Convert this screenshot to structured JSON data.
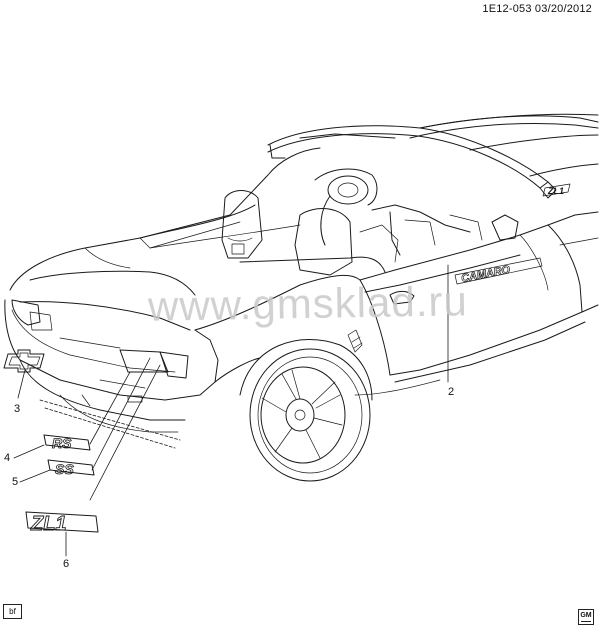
{
  "header": {
    "reference": "1E12-053 03/20/2012"
  },
  "watermark": "www.gmsklad.ru",
  "callouts": [
    {
      "id": "2",
      "label": "2"
    },
    {
      "id": "3",
      "label": "3"
    },
    {
      "id": "4",
      "label": "4"
    },
    {
      "id": "5",
      "label": "5"
    },
    {
      "id": "6",
      "label": "6"
    }
  ],
  "badges": {
    "rs": "RS",
    "ss": "SS",
    "zl1": "ZL1",
    "camaro": "CAMARO",
    "fender_zl1": "ZL1"
  },
  "footer": {
    "bf": "bf",
    "logo": "GM"
  }
}
